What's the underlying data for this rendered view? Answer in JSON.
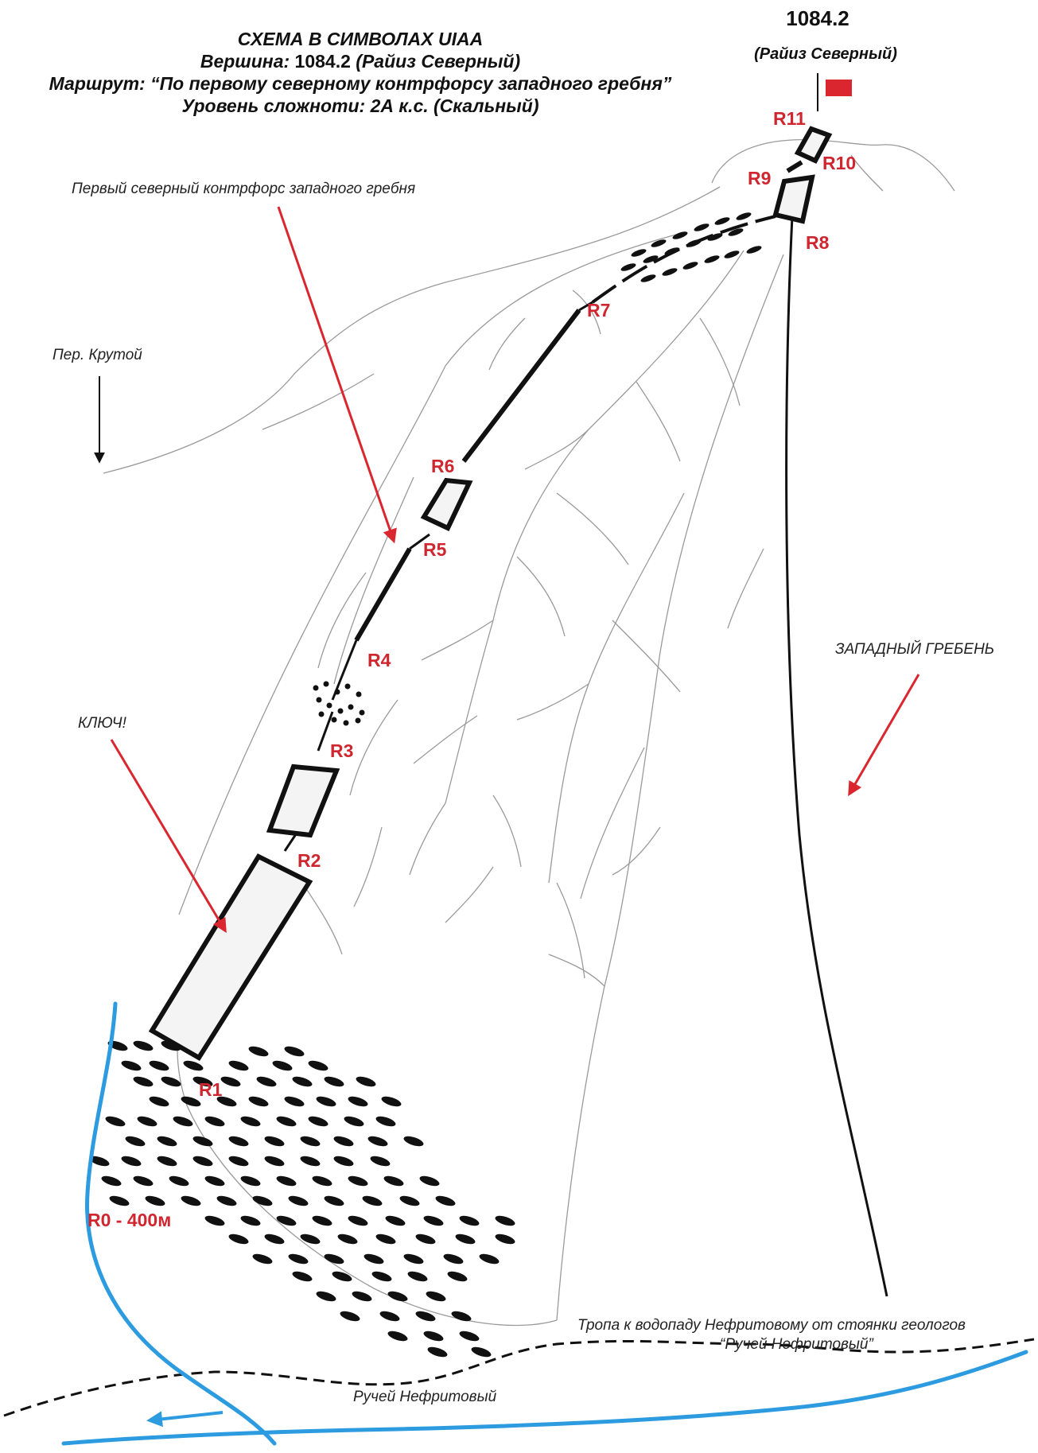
{
  "title": {
    "line1": "СХЕМА В СИМВОЛАХ UIAA",
    "line2_label": "Вершина:",
    "line2_value": "1084.2",
    "line2_name": "(Райиз Северный)",
    "line3": "Маршрут: “По первому северному контрфорсу западного гребня”",
    "line4": "Уровень сложноти: 2А к.с. (Скальный)"
  },
  "summit": {
    "height": "1084.2",
    "name": "(Райиз Северный)"
  },
  "labels": {
    "buttress": "Первый северный контрфорс западного гребня",
    "pass": "Пер. Крутой",
    "key": "КЛЮЧ!",
    "west_ridge": "ЗАПАДНЫЙ ГРЕБЕНЬ",
    "trail_line1": "Тропа к водопаду Нефритовому от стоянки геологов",
    "trail_line2": "“Ручей Нефритовый”",
    "stream": "Ручей Нефритовый",
    "approach": "R0 - 400м"
  },
  "route_points": {
    "r1": "R1",
    "r2": "R2",
    "r3": "R3",
    "r4": "R4",
    "r5": "R5",
    "r6": "R6",
    "r7": "R7",
    "r8": "R8",
    "r9": "R9",
    "r10": "R10",
    "r11": "R11"
  },
  "colors": {
    "route": "#111111",
    "relief": "#9a9a9a",
    "label_red": "#cf2630",
    "arrow_red": "#d9262f",
    "stream_blue": "#2c9be0",
    "pitch_fill": "#f4f4f4",
    "flag": "#d9262f"
  }
}
